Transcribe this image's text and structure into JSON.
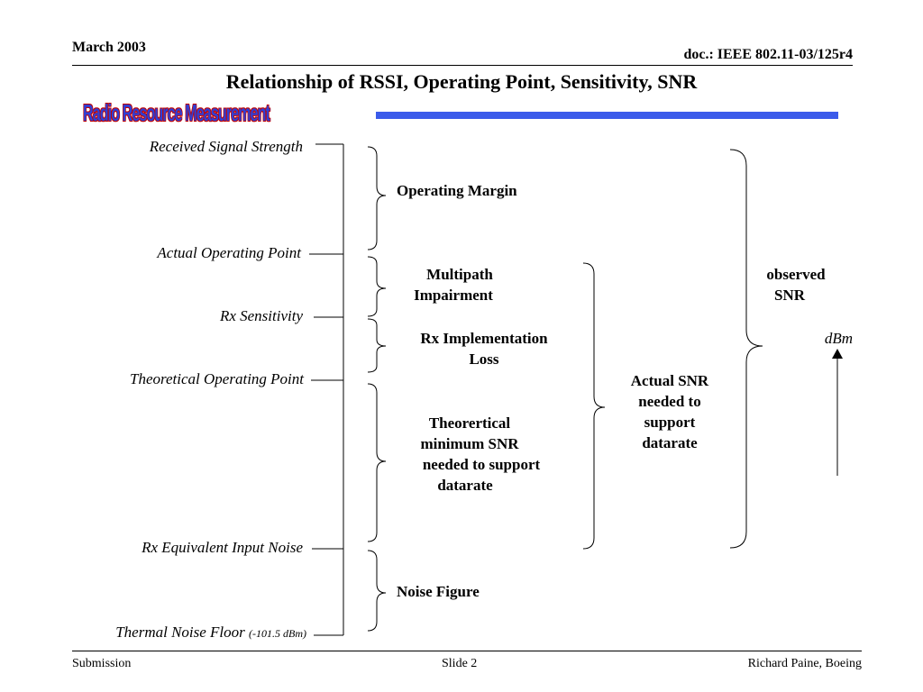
{
  "header": {
    "date": "March 2003",
    "doc": "doc.: IEEE 802.11-03/125r4"
  },
  "title": "Relationship of RSSI, Operating Point, Sensitivity, SNR",
  "logo_text": "Radio Resource Measurement",
  "colors": {
    "blue_bar": "#3b5bea",
    "logo_blue": "#2f3fd6",
    "logo_outline": "#c00000"
  },
  "levels": {
    "received_signal_strength": "Received Signal Strength",
    "actual_operating_point": "Actual Operating Point",
    "rx_sensitivity": "Rx Sensitivity",
    "theoretical_operating_point": "Theoretical Operating Point",
    "rx_equivalent_input_noise": "Rx Equivalent Input Noise",
    "thermal_noise_floor": "Thermal Noise Floor",
    "thermal_noise_floor_value": "(-101.5 dBm)"
  },
  "brace_labels": {
    "operating_margin": "Operating Margin",
    "multipath_line1": "Multipath",
    "multipath_line2": "Impairment",
    "rx_impl_line1": "Rx Implementation",
    "rx_impl_line2": "Loss",
    "theoretical_line1": "Theorertical",
    "theoretical_line2": "minimum SNR",
    "theoretical_line3": "needed to support",
    "theoretical_line4": "datarate",
    "noise_figure": "Noise Figure",
    "actual_snr_line1": "Actual SNR",
    "actual_snr_line2": "needed to",
    "actual_snr_line3": "support",
    "actual_snr_line4": "datarate",
    "observed_line1": "observed",
    "observed_line2": "SNR"
  },
  "axis_unit": "dBm",
  "footer": {
    "left": "Submission",
    "center": "Slide 2",
    "right": "Richard Paine, Boeing"
  }
}
